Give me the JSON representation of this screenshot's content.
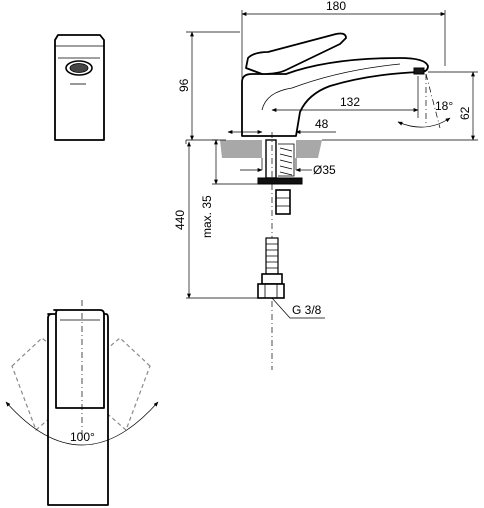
{
  "dimensions": {
    "overall_length": "180",
    "height": "96",
    "spout_reach": "132",
    "outlet_height": "62",
    "spout_angle": "18°",
    "base_to_center": "48",
    "hole_diameter": "Ø35",
    "max_thickness": "max. 35",
    "hose_length": "440",
    "thread": "G 3/8",
    "swivel_angle": "100°"
  }
}
